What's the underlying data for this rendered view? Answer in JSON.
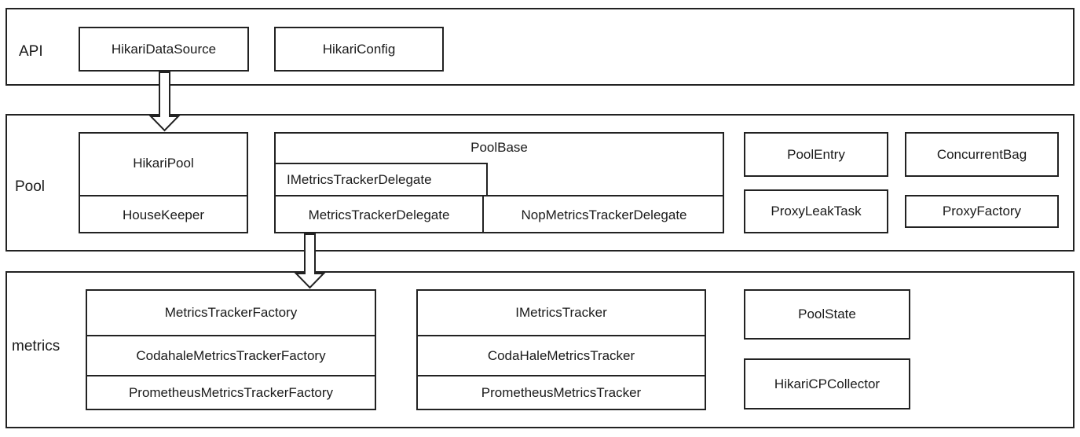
{
  "layers": {
    "api": {
      "label": "API",
      "hikari_data_source": "HikariDataSource",
      "hikari_config": "HikariConfig"
    },
    "pool": {
      "label": "Pool",
      "hikari_pool": "HikariPool",
      "house_keeper": "HouseKeeper",
      "pool_base": "PoolBase",
      "imetrics_tracker_delegate": "IMetricsTrackerDelegate",
      "metrics_tracker_delegate": "MetricsTrackerDelegate",
      "nop_metrics_tracker_delegate": "NopMetricsTrackerDelegate",
      "pool_entry": "PoolEntry",
      "concurrent_bag": "ConcurrentBag",
      "proxy_leak_task": "ProxyLeakTask",
      "proxy_factory": "ProxyFactory"
    },
    "metrics": {
      "label": "metrics",
      "metrics_tracker_factory": "MetricsTrackerFactory",
      "codahale_metrics_tracker_factory": "CodahaleMetricsTrackerFactory",
      "prometheus_metrics_tracker_factory": "PrometheusMetricsTrackerFactory",
      "imetrics_tracker": "IMetricsTracker",
      "codahale_metrics_tracker": "CodaHaleMetricsTracker",
      "prometheus_metrics_tracker": "PrometheusMetricsTracker",
      "pool_state": "PoolState",
      "hikaricp_collector": "HikariCPCollector"
    }
  },
  "arrows": [
    {
      "from": "HikariDataSource",
      "to": "HikariPool"
    },
    {
      "from": "MetricsTrackerDelegate",
      "to": "MetricsTrackerFactory"
    }
  ],
  "colors": {
    "stroke": "#222222",
    "fill": "#ffffff",
    "text": "#1a1a1a"
  }
}
